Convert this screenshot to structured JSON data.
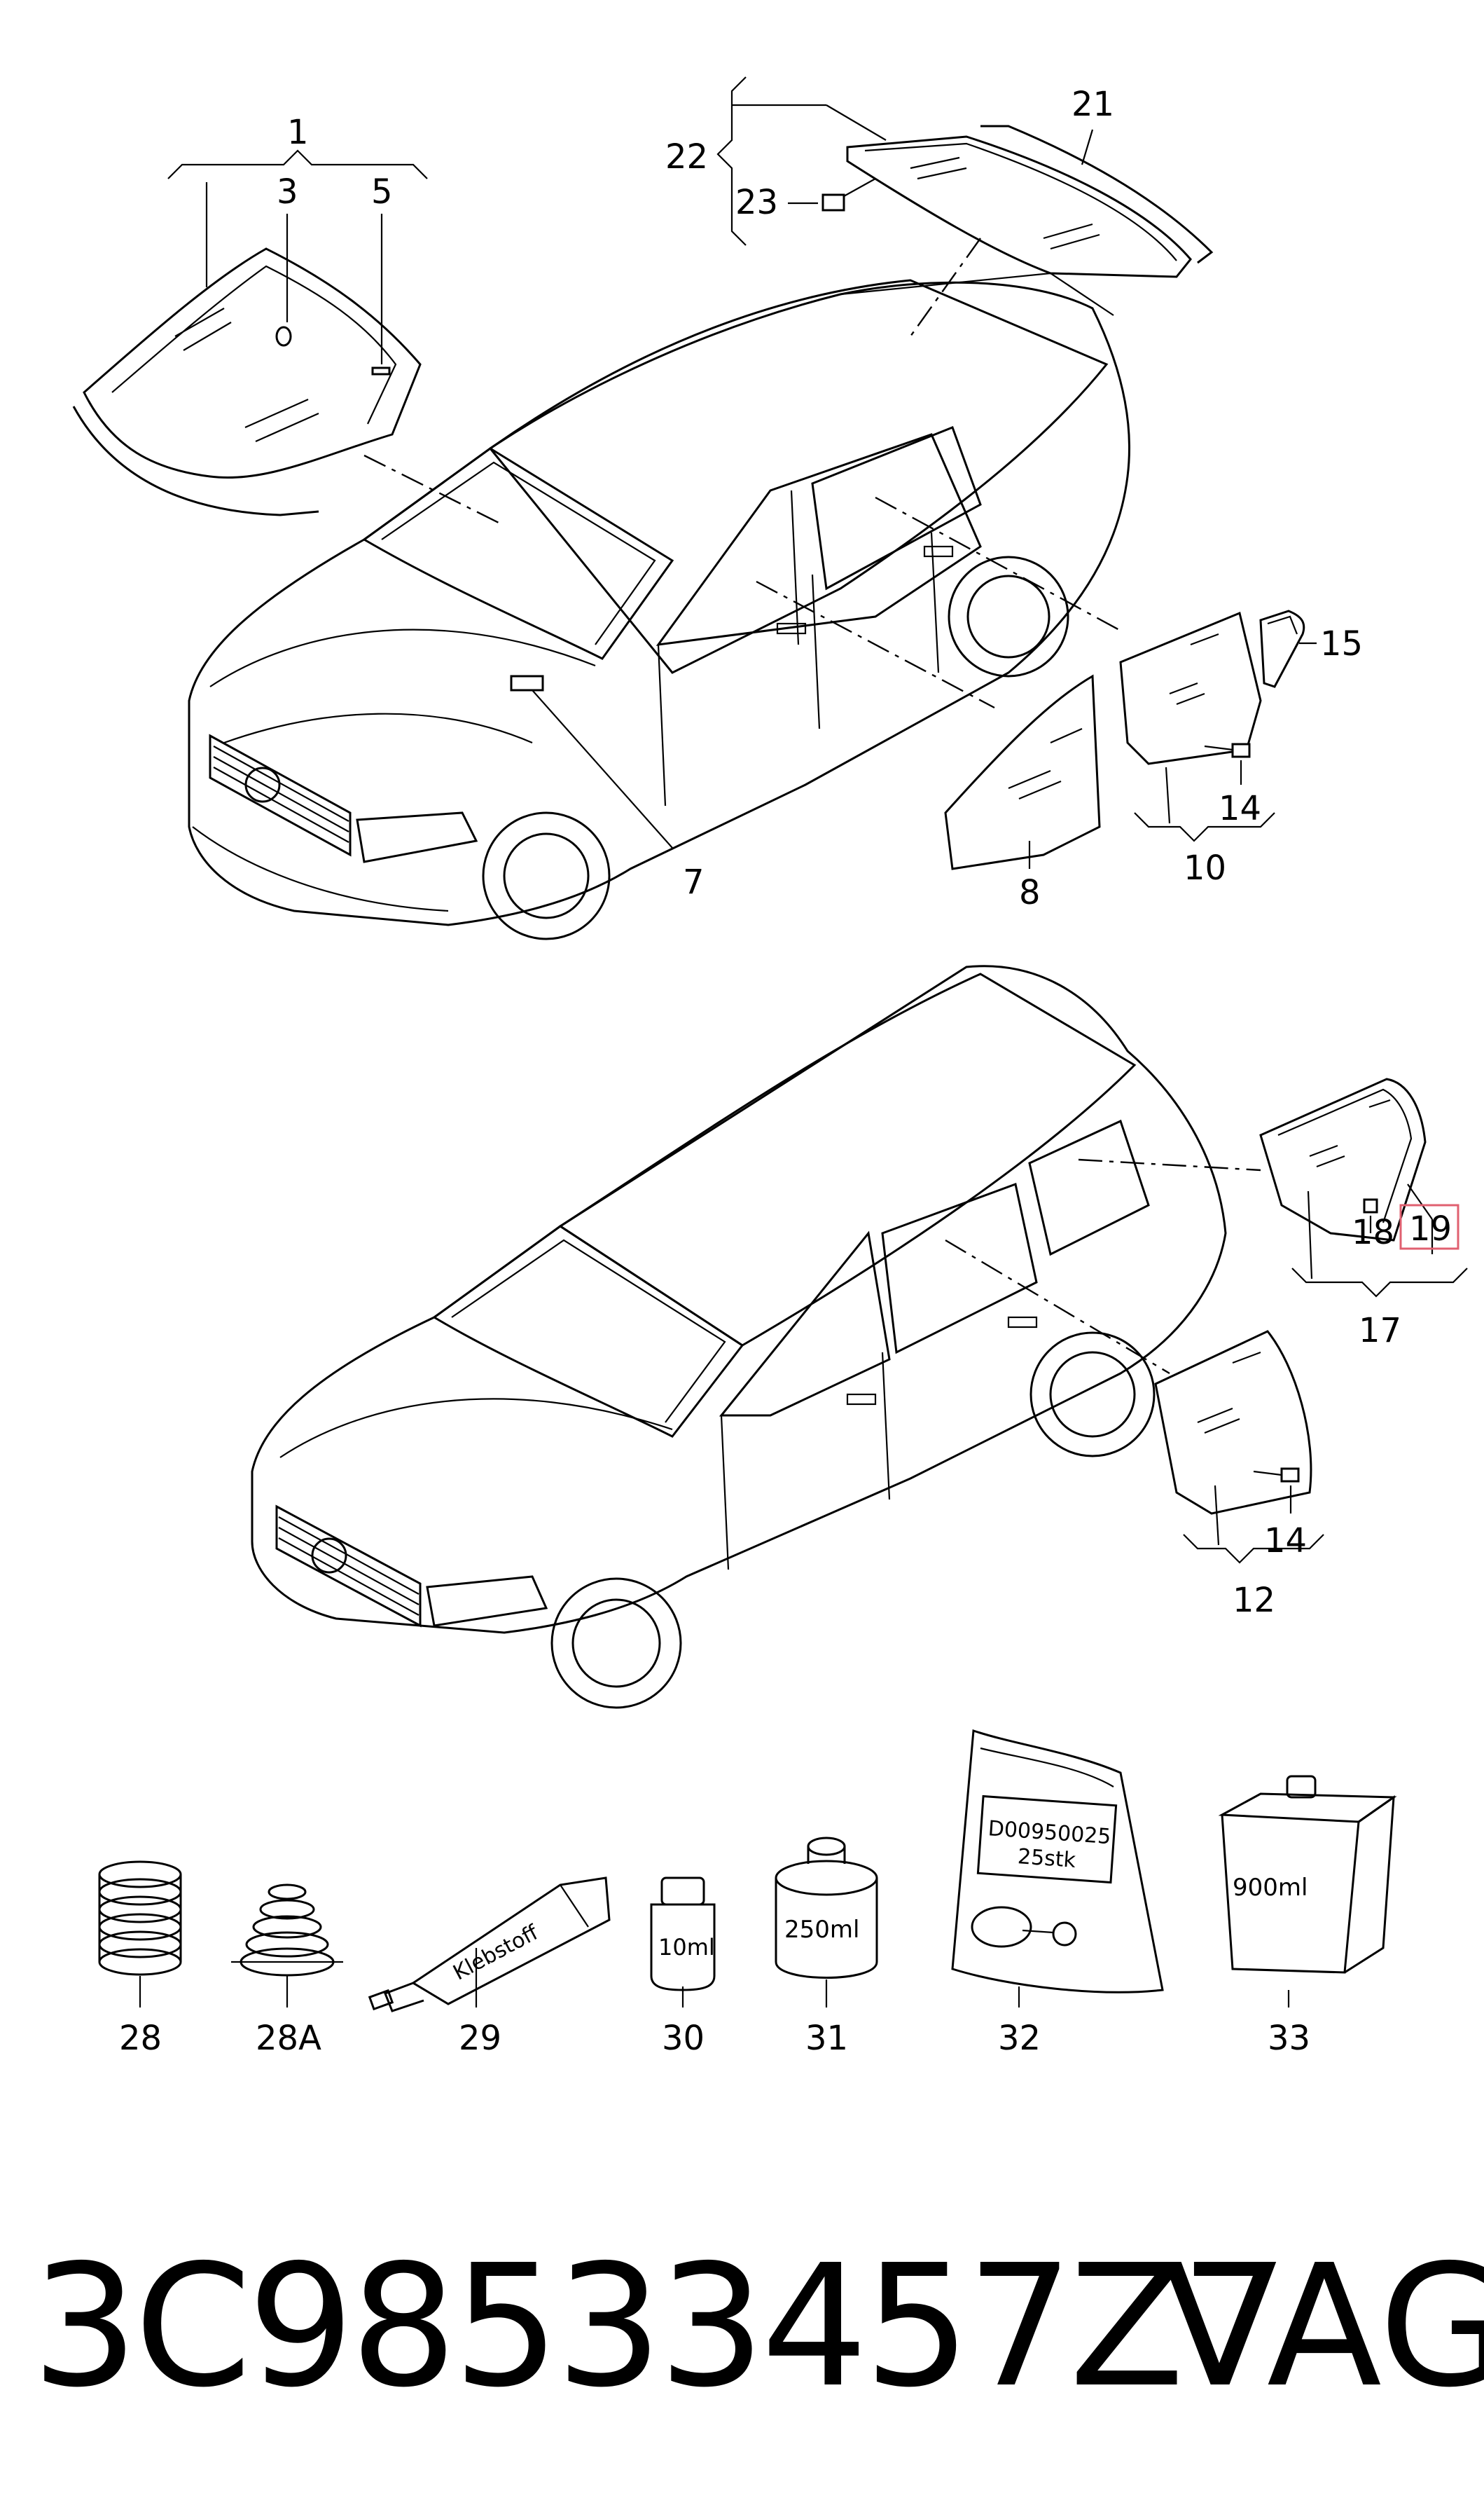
{
  "callouts": {
    "c1": "1",
    "c3": "3",
    "c5": "5",
    "c21": "21",
    "c22": "22",
    "c23": "23",
    "c15": "15",
    "c14a": "14",
    "c10": "10",
    "c8": "8",
    "c7": "7",
    "c17": "17",
    "c18": "18",
    "c19": "19",
    "c14b": "14",
    "c12": "12",
    "c28": "28",
    "c28a": "28A",
    "c29": "29",
    "c30": "30",
    "c31": "31",
    "c32": "32",
    "c33": "33"
  },
  "product_labels": {
    "tube": "Klebstoff",
    "bottle_small": "10ml",
    "can": "250ml",
    "bag_line1": "D00950025",
    "bag_line2": "25stk",
    "box": "900ml"
  },
  "footer": {
    "part_number": "3C98533457Z7",
    "brand": "VAG"
  },
  "highlight_color": "#e06070"
}
